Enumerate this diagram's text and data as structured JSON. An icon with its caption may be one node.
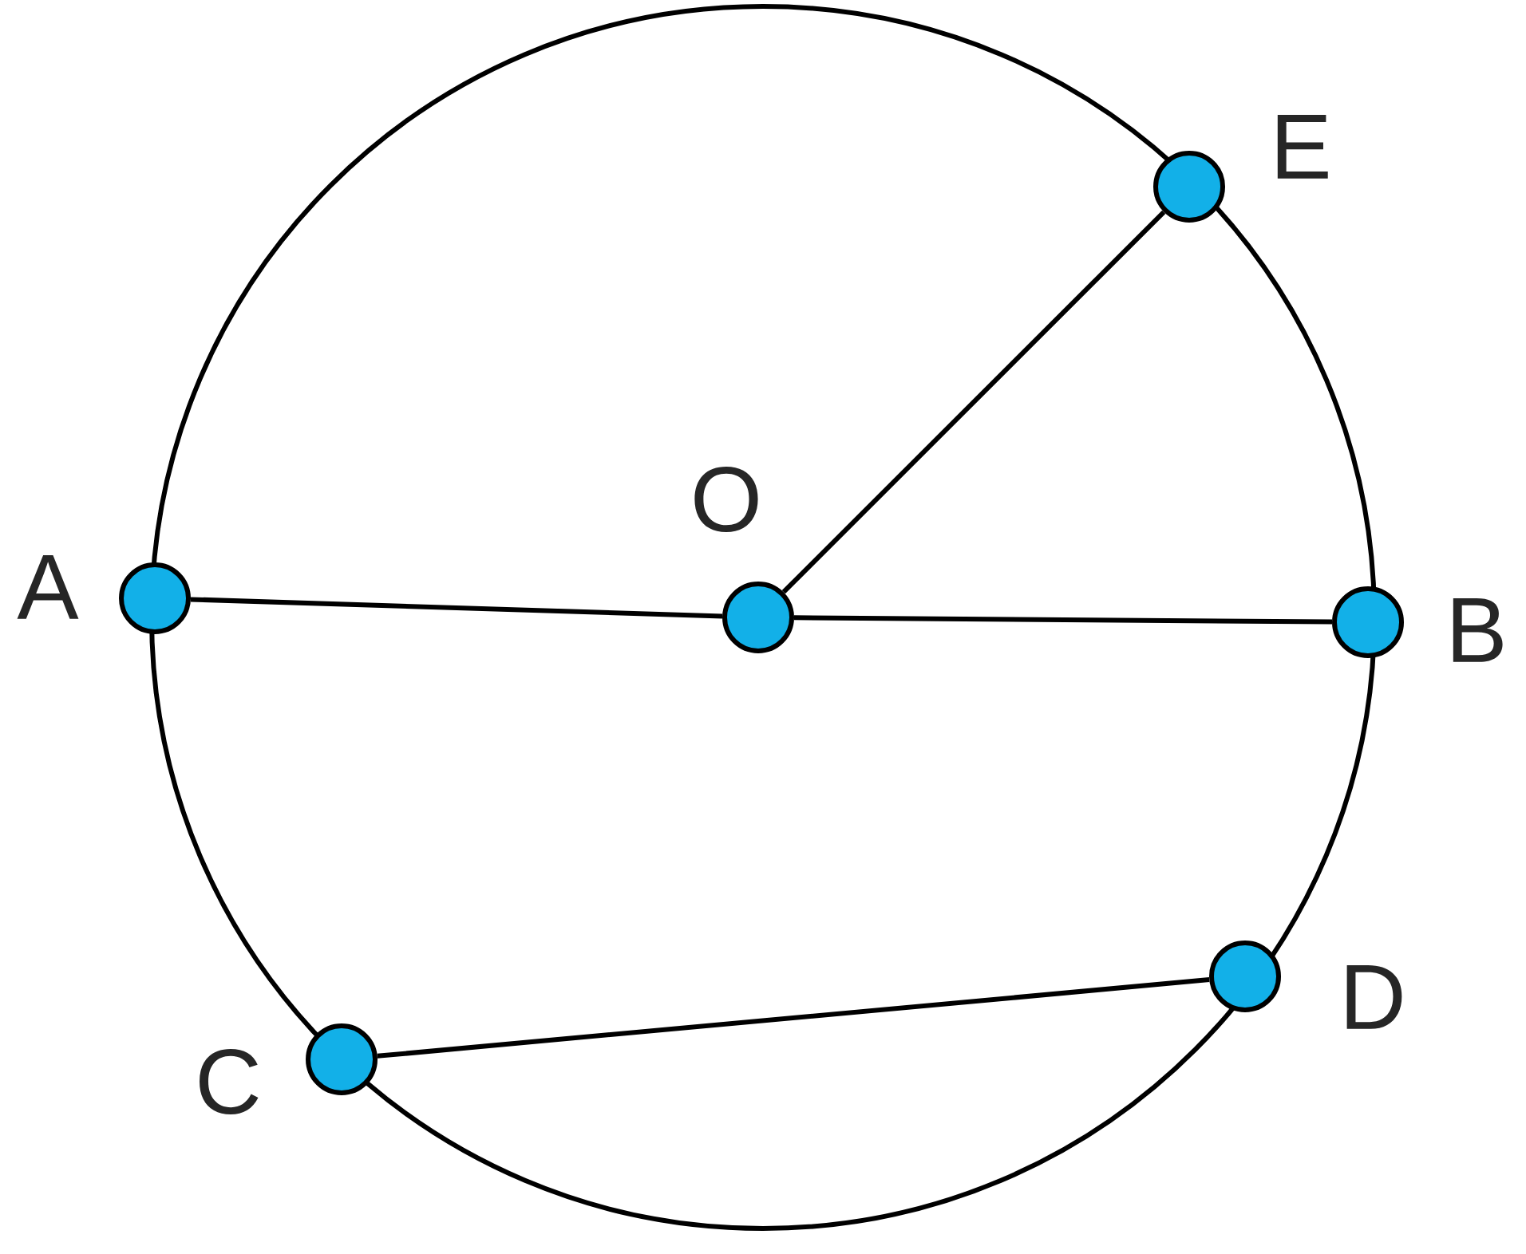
{
  "diagram": {
    "nodes": [
      {
        "text": [],
        "shape": "circle",
        "beside": [
          "A"
        ]
      },
      {
        "text": [],
        "shape": "circle",
        "beside": [
          "O"
        ]
      },
      {
        "text": [],
        "shape": "circle",
        "beside": [
          "B"
        ]
      },
      {
        "text": [],
        "shape": "circle",
        "beside": [
          "E"
        ]
      },
      {
        "text": [],
        "shape": "circle",
        "beside": [
          "C"
        ]
      },
      {
        "text": [],
        "shape": "circle",
        "beside": [
          "D"
        ]
      }
    ],
    "edges": [
      {
        "from": 0,
        "to": 1,
        "arrow": "none"
      },
      {
        "from": 1,
        "to": 2,
        "arrow": "none"
      },
      {
        "from": 1,
        "to": 3,
        "arrow": "none"
      },
      {
        "from": 4,
        "to": 5,
        "arrow": "none"
      }
    ]
  }
}
